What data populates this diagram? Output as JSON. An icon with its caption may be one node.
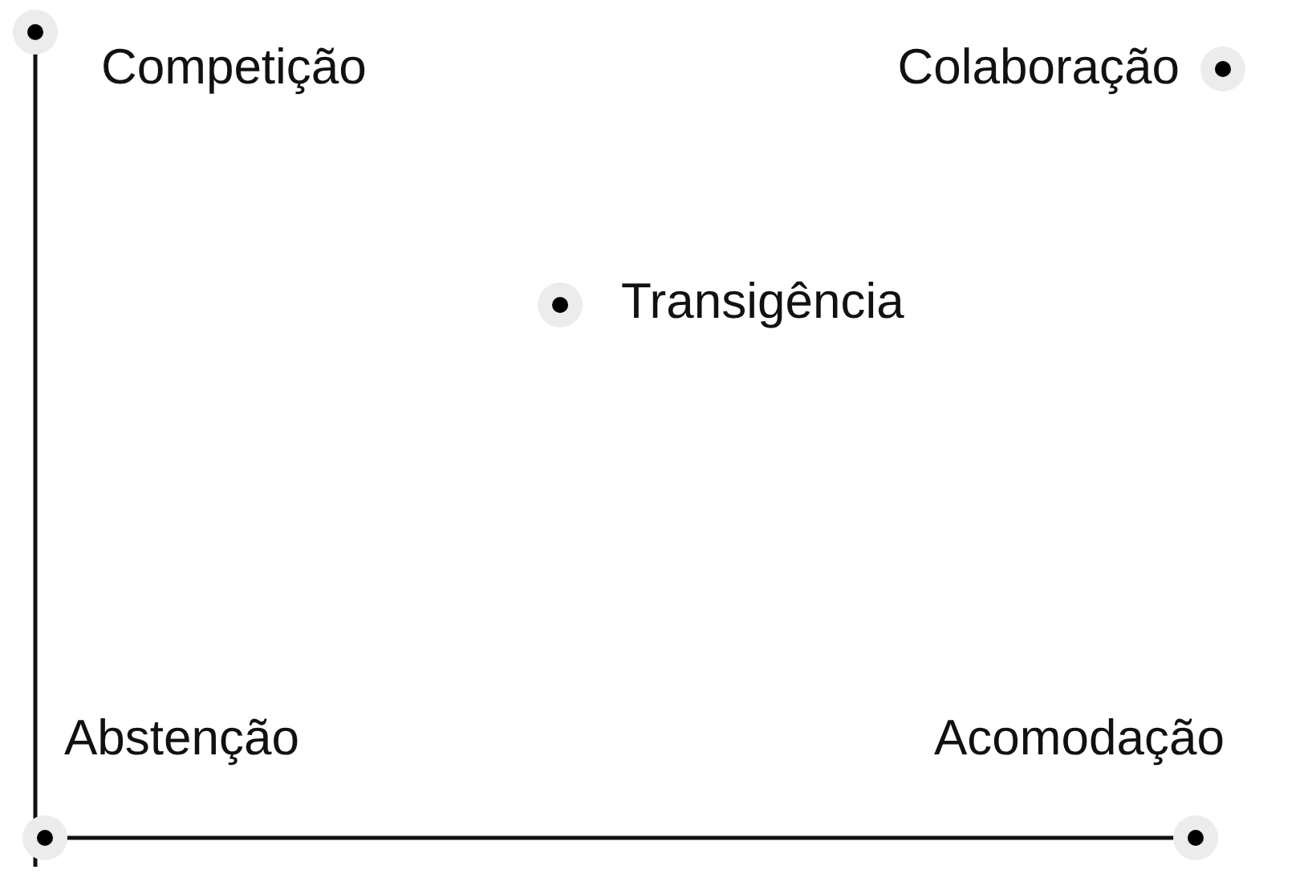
{
  "diagram": {
    "labels": [
      "Competição",
      "Colaboração",
      "Transigência",
      "Abstenção",
      "Acomodação"
    ]
  }
}
